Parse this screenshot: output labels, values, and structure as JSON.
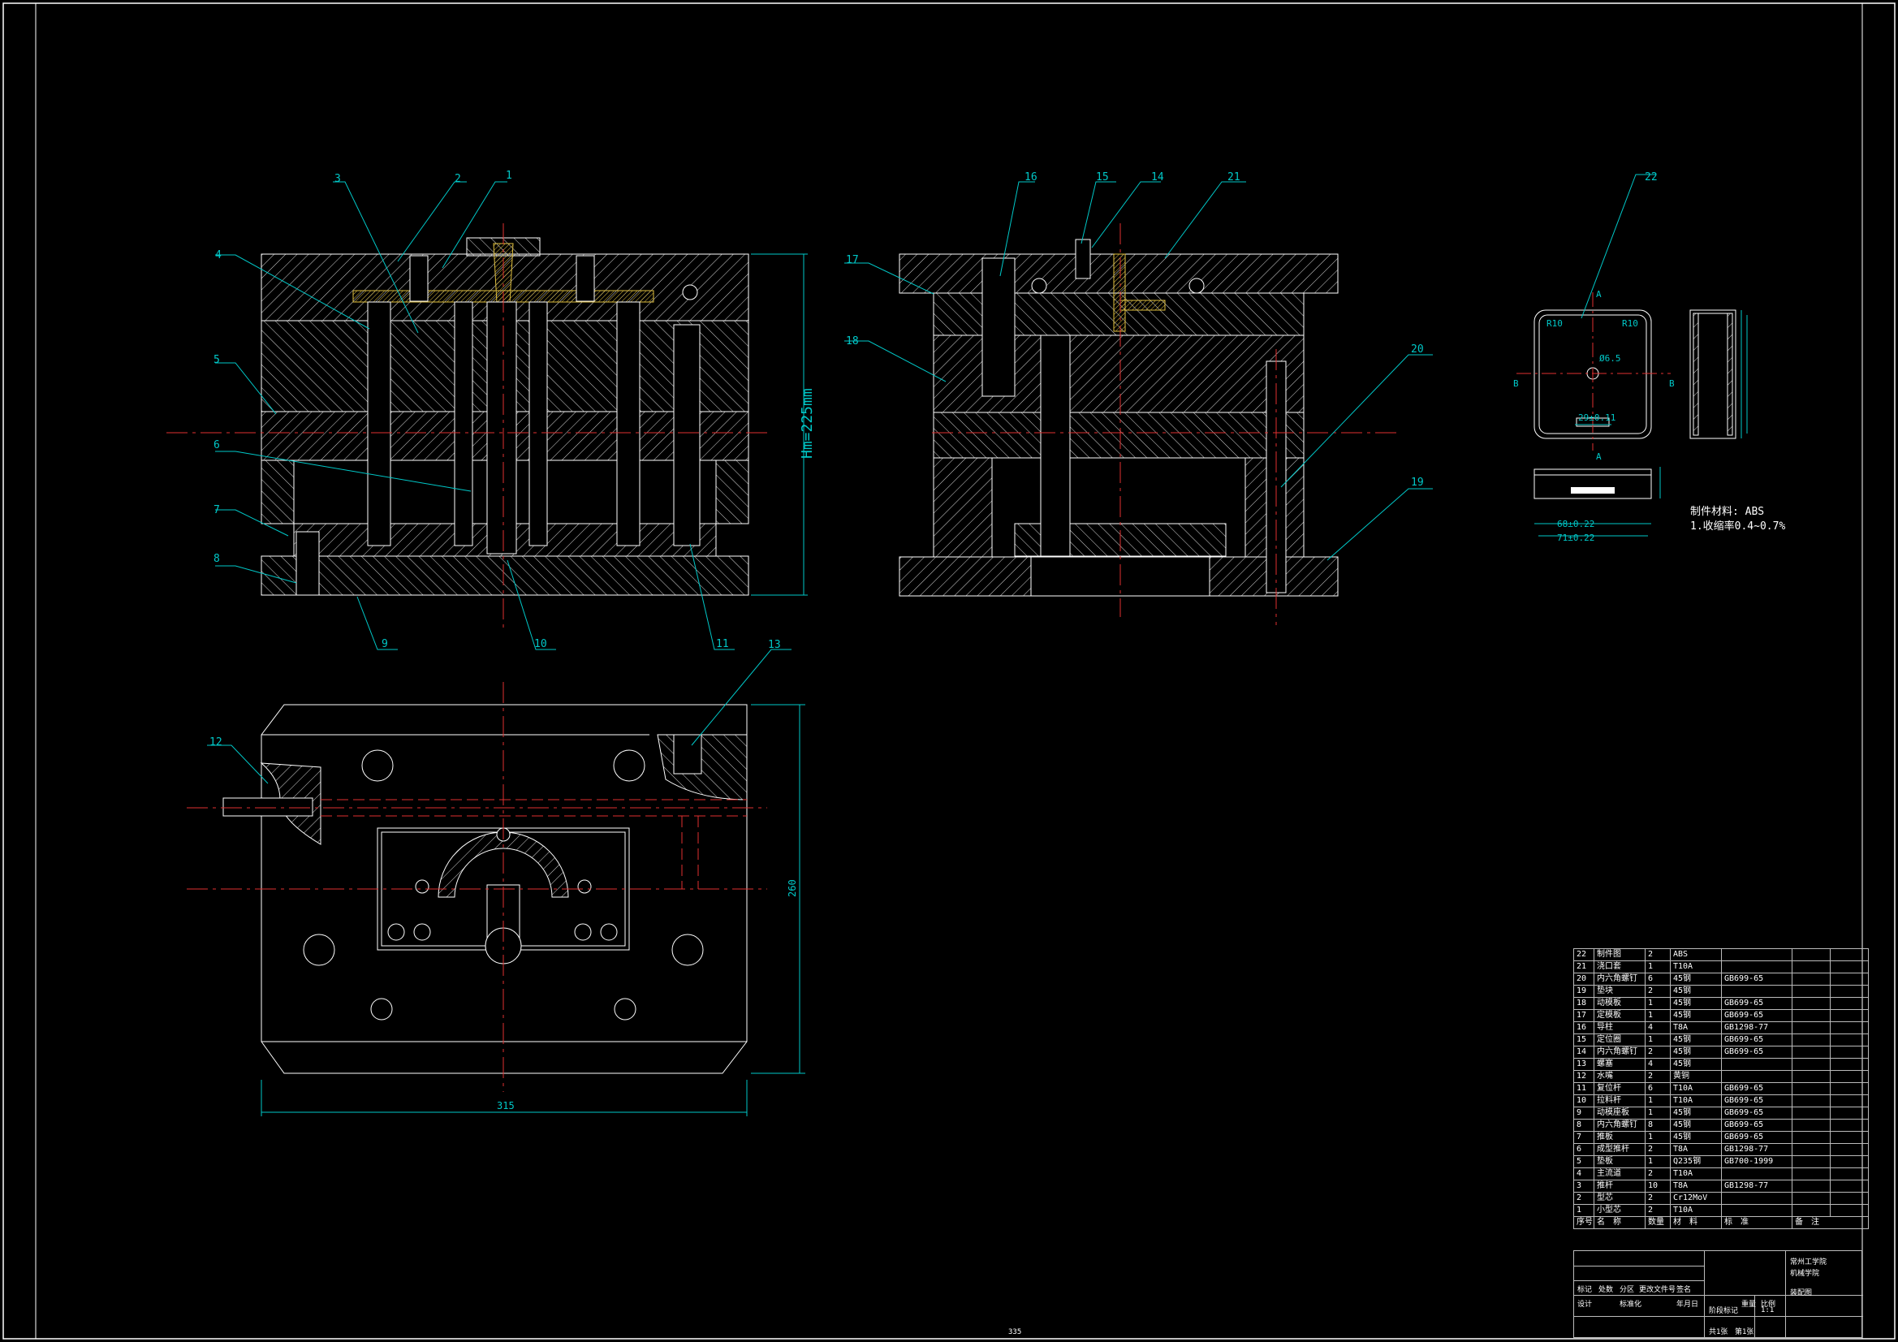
{
  "colors": {
    "background": "#000000",
    "outline": "#ffffff",
    "hatch": "#ffffff",
    "leader": "#00c8c8",
    "centerline": "#e03030",
    "dimension": "#00c8c8",
    "highlight": "#e0c040"
  },
  "front_view": {
    "balloons": [
      {
        "no": "1"
      },
      {
        "no": "2"
      },
      {
        "no": "3"
      },
      {
        "no": "4"
      },
      {
        "no": "5"
      },
      {
        "no": "6"
      },
      {
        "no": "7"
      },
      {
        "no": "8"
      },
      {
        "no": "9"
      },
      {
        "no": "10"
      },
      {
        "no": "11"
      }
    ],
    "height_dim": "Hm=225mm"
  },
  "side_view": {
    "balloons": [
      {
        "no": "16"
      },
      {
        "no": "15"
      },
      {
        "no": "14"
      },
      {
        "no": "21"
      },
      {
        "no": "17"
      },
      {
        "no": "18"
      },
      {
        "no": "20"
      },
      {
        "no": "19"
      }
    ]
  },
  "top_view": {
    "balloons": [
      {
        "no": "12"
      },
      {
        "no": "13"
      }
    ],
    "width_dim": "315",
    "height_dim": "260"
  },
  "part_view": {
    "balloon": "22",
    "section_marks": [
      "A",
      "A",
      "B",
      "B"
    ],
    "dims": {
      "d1": "29±0.11",
      "d2": "68±0.22",
      "d3": "71±0.22",
      "d4": "Ø6.5",
      "d5": "R10",
      "d6": "R10"
    },
    "material": "制件材料: ABS",
    "shrinkage": "1.收缩率0.4~0.7%"
  },
  "bom": {
    "rows": [
      {
        "no": "22",
        "name": "制件图",
        "qty": "2",
        "mat": "ABS",
        "std": ""
      },
      {
        "no": "21",
        "name": "浇口套",
        "qty": "1",
        "mat": "T10A",
        "std": ""
      },
      {
        "no": "20",
        "name": "内六角螺钉",
        "qty": "6",
        "mat": "45钢",
        "std": "GB699-65"
      },
      {
        "no": "19",
        "name": "垫块",
        "qty": "2",
        "mat": "45钢",
        "std": ""
      },
      {
        "no": "18",
        "name": "动模板",
        "qty": "1",
        "mat": "45钢",
        "std": "GB699-65"
      },
      {
        "no": "17",
        "name": "定模板",
        "qty": "1",
        "mat": "45钢",
        "std": "GB699-65"
      },
      {
        "no": "16",
        "name": "导柱",
        "qty": "4",
        "mat": "T8A",
        "std": "GB1298-77"
      },
      {
        "no": "15",
        "name": "定位圈",
        "qty": "1",
        "mat": "45钢",
        "std": "GB699-65"
      },
      {
        "no": "14",
        "name": "内六角螺钉",
        "qty": "2",
        "mat": "45钢",
        "std": "GB699-65"
      },
      {
        "no": "13",
        "name": "螺塞",
        "qty": "4",
        "mat": "45钢",
        "std": ""
      },
      {
        "no": "12",
        "name": "水嘴",
        "qty": "2",
        "mat": "黄铜",
        "std": ""
      },
      {
        "no": "11",
        "name": "复位杆",
        "qty": "6",
        "mat": "T10A",
        "std": "GB699-65"
      },
      {
        "no": "10",
        "name": "拉料杆",
        "qty": "1",
        "mat": "T10A",
        "std": "GB699-65"
      },
      {
        "no": "9",
        "name": "动模座板",
        "qty": "1",
        "mat": "45钢",
        "std": "GB699-65"
      },
      {
        "no": "8",
        "name": "内六角螺钉",
        "qty": "8",
        "mat": "45钢",
        "std": "GB699-65"
      },
      {
        "no": "7",
        "name": "推板",
        "qty": "1",
        "mat": "45钢",
        "std": "GB699-65"
      },
      {
        "no": "6",
        "name": "成型推杆",
        "qty": "2",
        "mat": "T8A",
        "std": "GB1298-77"
      },
      {
        "no": "5",
        "name": "垫板",
        "qty": "1",
        "mat": "Q235钢",
        "std": "GB700-1999"
      },
      {
        "no": "4",
        "name": "主流道",
        "qty": "2",
        "mat": "T10A",
        "std": ""
      },
      {
        "no": "3",
        "name": "推杆",
        "qty": "10",
        "mat": "T8A",
        "std": "GB1298-77"
      },
      {
        "no": "2",
        "name": "型芯",
        "qty": "2",
        "mat": "Cr12MoV",
        "std": ""
      },
      {
        "no": "1",
        "name": "小型芯",
        "qty": "2",
        "mat": "T10A",
        "std": ""
      }
    ],
    "header": {
      "no": "序号",
      "name": "名　称",
      "qty": "数量",
      "mat": "材　料",
      "std": "标　准",
      "remark": "备　注"
    }
  },
  "title_block": {
    "school": "常州工学院",
    "dept": "机械学院",
    "drawing": "装配图",
    "scale": "1:1",
    "sheet": "共1张",
    "sheet2": "第1张",
    "cells": [
      "标记",
      "处数",
      "分区",
      "更改文件号",
      "签名",
      "年月日",
      "设计",
      "标准化",
      "阶段标记",
      "重量",
      "比例"
    ]
  },
  "page_number": "335"
}
